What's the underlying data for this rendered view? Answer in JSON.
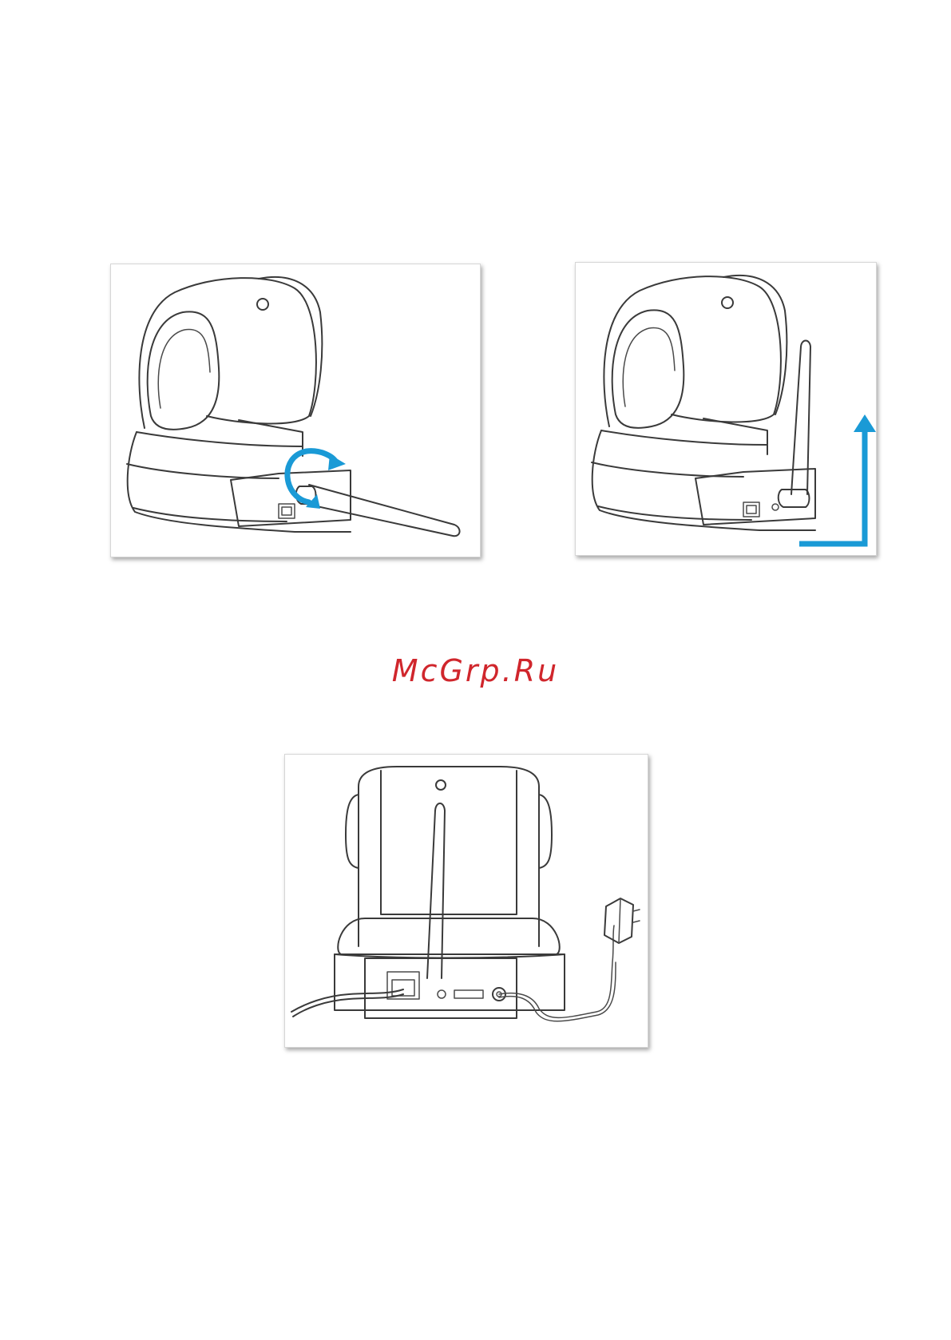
{
  "watermark": {
    "text": "McGrp.Ru",
    "color": "#d0262c"
  },
  "figures": [
    {
      "id": "fig1",
      "icon": "camera-attach-antenna-rotate-icon",
      "arrow_color": "#1a9ad6"
    },
    {
      "id": "fig2",
      "icon": "camera-raise-antenna-upright-icon",
      "arrow_color": "#1a9ad6"
    },
    {
      "id": "fig3",
      "icon": "camera-rear-cable-connection-icon"
    }
  ]
}
